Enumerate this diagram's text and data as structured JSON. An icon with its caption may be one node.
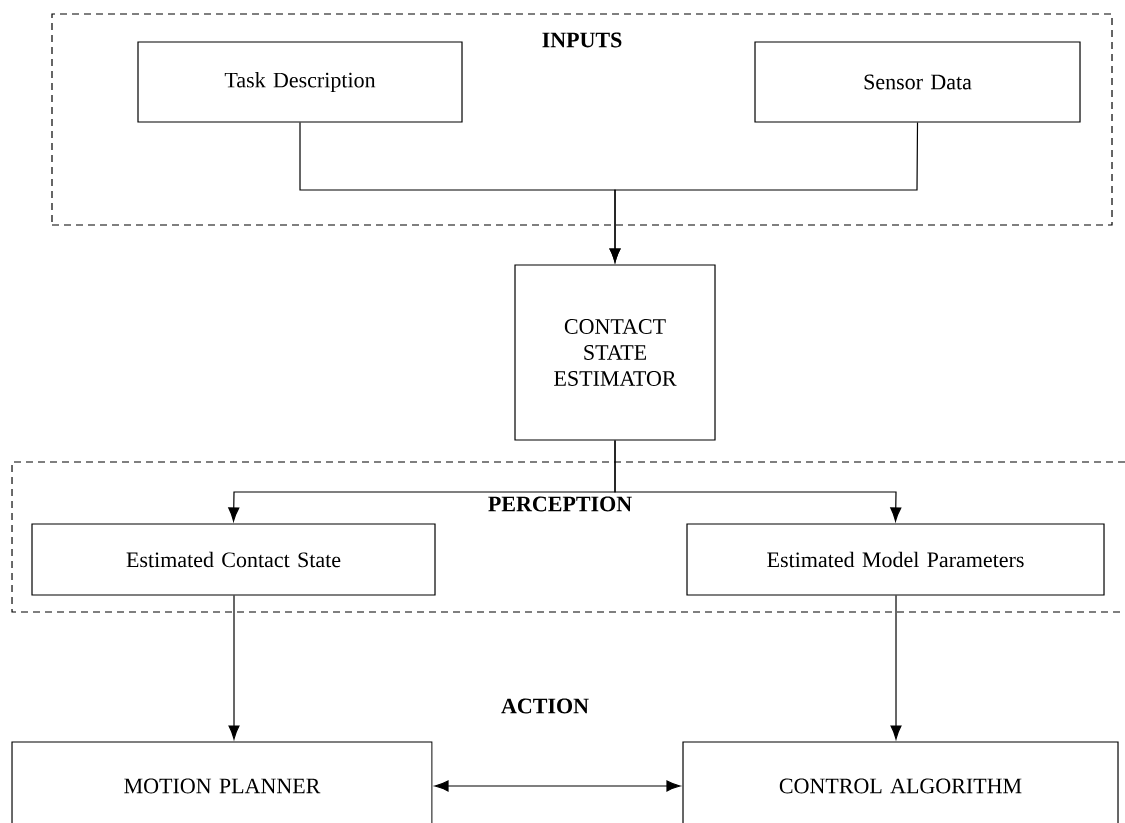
{
  "diagram": {
    "nodes": [
      {
        "text": [
          "INPUTS"
        ]
      },
      {
        "text": [
          "Task Description"
        ],
        "in": 0
      },
      {
        "text": [
          "Sensor Data"
        ],
        "in": 0
      },
      {
        "text": [
          "CONTACT STATE ESTIMATOR"
        ]
      },
      {
        "text": [
          "PERCEPTION"
        ]
      },
      {
        "text": [
          "Estimated Contact State"
        ],
        "in": 4
      },
      {
        "text": [
          "Estimated Model Parameters"
        ],
        "in": 4
      },
      {
        "text": [
          "MOTION PLANNER"
        ]
      },
      {
        "text": [
          "CONTROL ALGORITHM"
        ]
      }
    ],
    "edges": [
      {
        "from": 1,
        "to": 3,
        "arrow": "to"
      },
      {
        "from": 2,
        "to": 3,
        "arrow": "to"
      },
      {
        "from": 3,
        "to": 5,
        "arrow": "to"
      },
      {
        "from": 3,
        "to": 6,
        "arrow": "to"
      },
      {
        "from": 5,
        "to": 7,
        "arrow": "to"
      },
      {
        "from": 6,
        "to": 8,
        "arrow": "to"
      },
      {
        "from": 7,
        "to": 8,
        "arrow": "both"
      }
    ],
    "labels": [
      "ACTION"
    ]
  }
}
